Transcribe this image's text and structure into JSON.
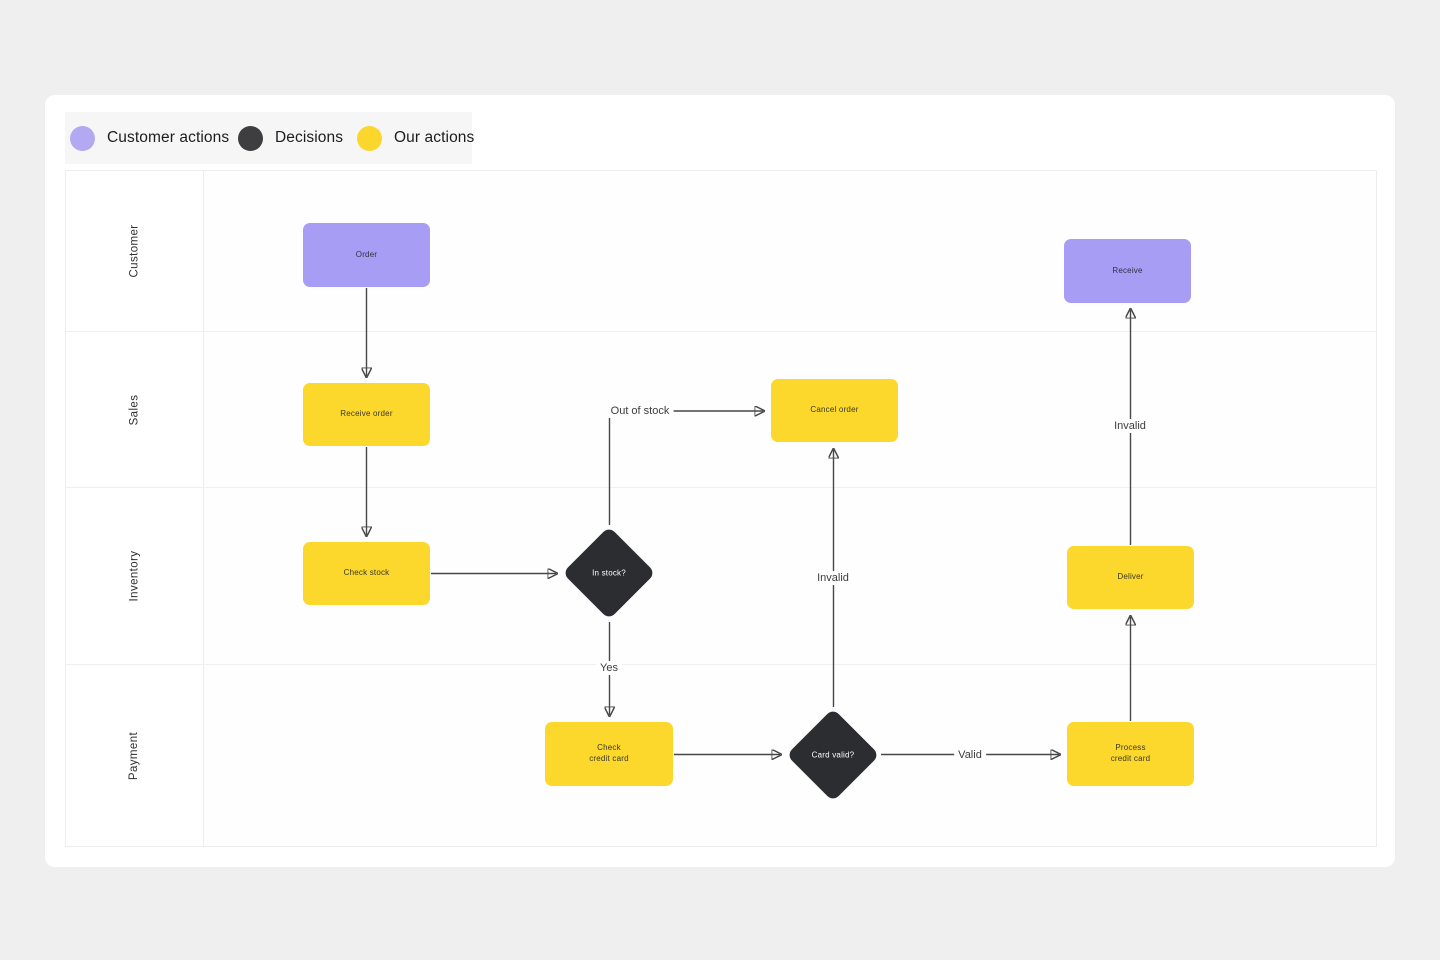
{
  "legend": {
    "items": [
      {
        "label": "Customer actions",
        "color": "#b3a9f2"
      },
      {
        "label": "Decisions",
        "color": "#3e3e40"
      },
      {
        "label": "Our actions",
        "color": "#fbd72e"
      }
    ]
  },
  "lanes": [
    {
      "label": "Customer"
    },
    {
      "label": "Sales"
    },
    {
      "label": "Inventory"
    },
    {
      "label": "Payment"
    }
  ],
  "nodes": {
    "order": {
      "label": "Order",
      "type": "customer-action"
    },
    "receive": {
      "label": "Receive",
      "type": "customer-action"
    },
    "receive_order": {
      "label": "Receive order",
      "type": "our-action"
    },
    "cancel_order": {
      "label": "Cancel order",
      "type": "our-action"
    },
    "check_stock": {
      "label": "Check stock",
      "type": "our-action"
    },
    "in_stock": {
      "label": "In stock?",
      "type": "decision"
    },
    "deliver": {
      "label": "Deliver",
      "type": "our-action"
    },
    "check_credit_card": {
      "line1": "Check",
      "line2": "credit card",
      "type": "our-action"
    },
    "card_valid": {
      "label": "Card valid?",
      "type": "decision"
    },
    "process_credit_card": {
      "line1": "Process",
      "line2": "credit card",
      "type": "our-action"
    }
  },
  "edge_labels": {
    "out_of_stock": "Out of stock",
    "yes": "Yes",
    "valid": "Valid",
    "invalid_card": "Invalid",
    "invalid_deliver": "Invalid"
  },
  "colors": {
    "customer_action": "#a79df5",
    "our_action": "#fcd72c",
    "decision": "#2c2d30",
    "page_background": "#efefef",
    "card_background": "#ffffff",
    "legend_background": "#f6f6f6",
    "edge": "#47474a"
  }
}
